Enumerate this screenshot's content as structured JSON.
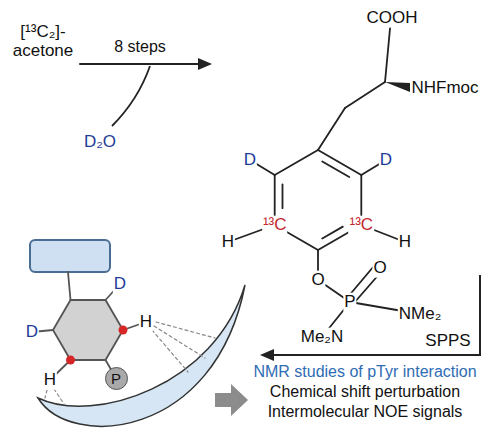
{
  "diagram": {
    "nodes": [
      {
        "text": [
          "P"
        ]
      }
    ],
    "labels": [
      "[¹³C₂]-acetone",
      "8 steps",
      "D₂O",
      "COOH",
      "NHFmoc",
      "D",
      "D",
      "¹³C",
      "¹³C",
      "H",
      "H",
      "O",
      "P",
      "O",
      "NMe₂",
      "Me₂N",
      "SPPS",
      "D",
      "D",
      "H",
      "H",
      "NMR studies of pTyr interaction",
      "Chemical shift perturbation",
      "Intermolecular NOE signals"
    ]
  }
}
